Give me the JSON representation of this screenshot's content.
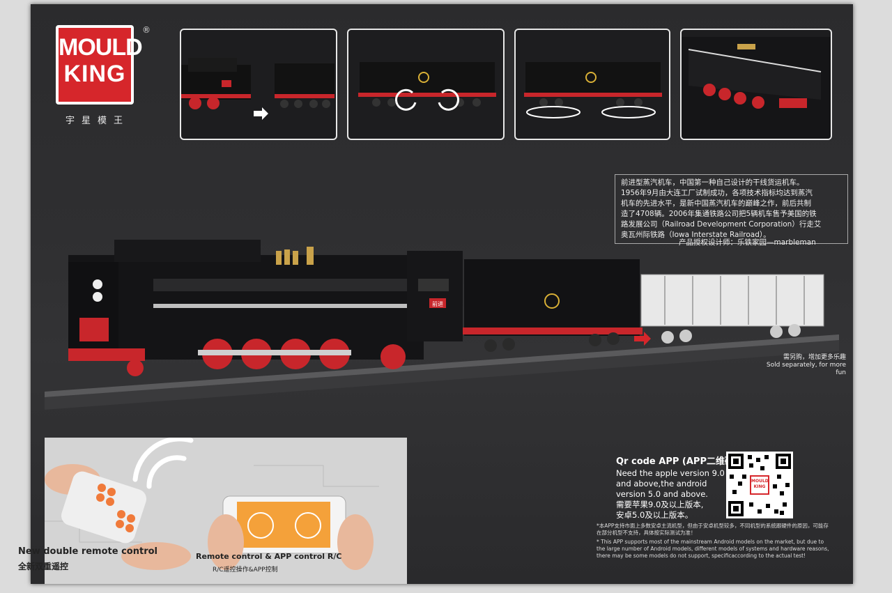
{
  "brand": {
    "logo_line1": "MOULD",
    "logo_line2": "KING",
    "registered": "®",
    "sub": "宇星模王"
  },
  "info": {
    "lines": [
      "前进型蒸汽机车，中国第一种自己设计的干线货运机车。",
      "1956年9月由大连工厂试制成功，各项技术指标均达到蒸汽",
      "机车的先进水平，是新中国蒸汽机车的巅峰之作，前后共制",
      "造了4708辆。2006年集通铁路公司把5辆机车售予美国的铁",
      "路发展公司（Railroad Development Corporation）行走艾",
      "奥瓦州际铁路（Iowa Interstate Railroad）。"
    ],
    "designer": "产品授权设计师：乐铁家园—marbleman"
  },
  "loco_plate": "前进",
  "sold": {
    "cn": "需另购，增加更多乐趣",
    "en": "Sold separately, for more fun"
  },
  "qr": {
    "title": "Qr code APP (APP二维码)",
    "lines": [
      "Need the apple version 9.0",
      "and above,the android",
      "version 5.0 and above.",
      "需要苹果9.0及以上版本,",
      "安卓5.0及以上版本。"
    ],
    "center_line1": "MOULD",
    "center_line2": "KING"
  },
  "notes": {
    "cn": "*本APP支持市面上多数安卓主流机型，但由于安卓机型较多，不同机型的系统跟硬件的原因，可能存在部分机型不支持，具体按实际测试为准！",
    "en": "* This APP supports most of the mainstream Android models on the market, but due to the large number of Android models, different models of systems and hardware reasons, there may be some models do not support, specificaccording to the actual test!"
  },
  "controls": {
    "remote_en": "New double remote control",
    "remote_cn": "全新双重遥控",
    "app_en": "Remote control & APP control R/C",
    "app_cn": "R/C遥控操作&APP控制"
  },
  "colors": {
    "brand_red": "#d6262b",
    "box_dark": "#2f2f31",
    "app_orange": "#f4a13a"
  }
}
